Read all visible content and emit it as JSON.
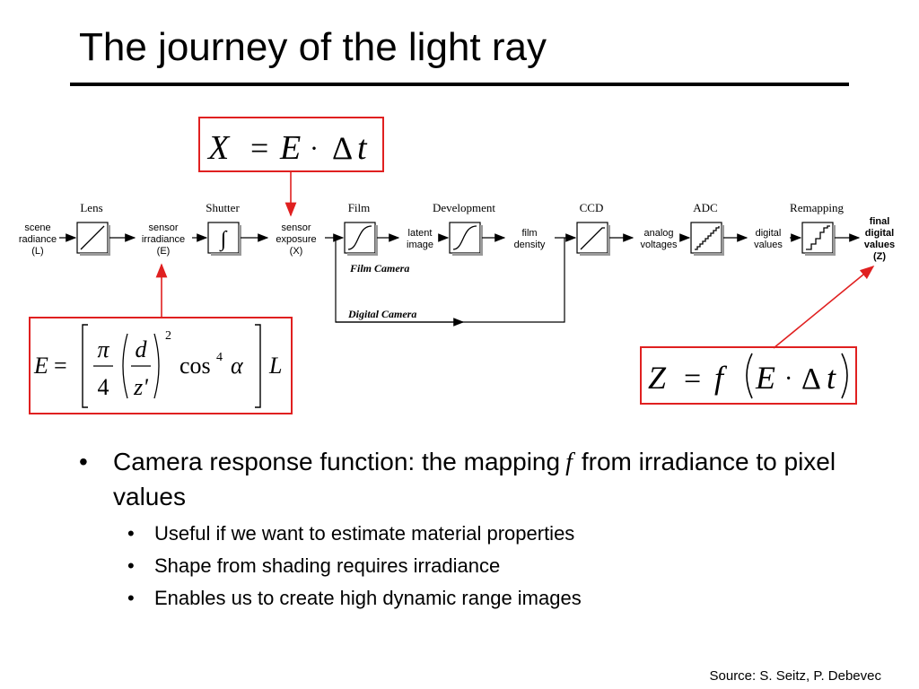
{
  "slide": {
    "title": "The journey of the light ray",
    "source": "Source: S. Seitz, P. Debevec"
  },
  "diagram": {
    "stages": {
      "lens": "Lens",
      "shutter": "Shutter",
      "film": "Film",
      "development": "Development",
      "ccd": "CCD",
      "adc": "ADC",
      "remapping": "Remapping"
    },
    "quantities": {
      "scene_radiance": [
        "scene",
        "radiance",
        "(L)"
      ],
      "sensor_irradiance": [
        "sensor",
        "irradiance",
        "(E)"
      ],
      "sensor_exposure": [
        "sensor",
        "exposure",
        "(X)"
      ],
      "latent_image": [
        "latent",
        "image"
      ],
      "film_density": [
        "film",
        "density"
      ],
      "analog_voltages": [
        "analog",
        "voltages"
      ],
      "digital_values": [
        "digital",
        "values"
      ],
      "final_digital_values": [
        "final",
        "digital",
        "values",
        "(Z)"
      ]
    },
    "path_labels": {
      "film_camera": "Film Camera",
      "digital_camera": "Digital Camera"
    }
  },
  "equations": {
    "exposure": {
      "lhs": "X",
      "eq": "=",
      "e": "E",
      "dot": "·",
      "delta": "Δ",
      "t": "t"
    },
    "irradiance": {
      "lhs": "E",
      "eq": "=",
      "pi": "π",
      "four": "4",
      "d": "d",
      "zprime": "z'",
      "sq": "2",
      "cos": "cos",
      "pow4": "4",
      "alpha": "α",
      "L": "L"
    },
    "response": {
      "Z": "Z",
      "eq": "=",
      "f": "f",
      "E": "E",
      "dot": "·",
      "delta": "Δ",
      "t": "t"
    }
  },
  "bullets": {
    "main_before": "Camera response function: the mapping",
    "main_f": "f",
    "main_after": "from irradiance to pixel values",
    "sub": [
      "Useful if we want to estimate material properties",
      "Shape from shading requires irradiance",
      "Enables us to create high dynamic range images"
    ]
  },
  "colors": {
    "highlight_red": "#e02020"
  }
}
